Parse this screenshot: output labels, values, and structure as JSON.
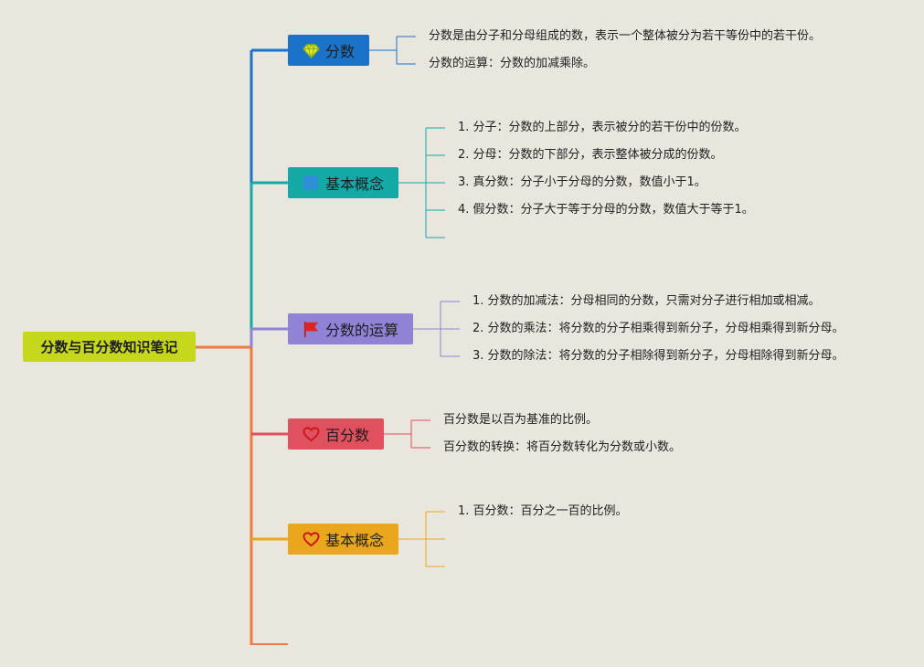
{
  "root": {
    "label": "分数与百分数知识笔记"
  },
  "topics": [
    {
      "label": "分数",
      "icon": "diamond-icon",
      "color": "#1a73c9",
      "items": [
        "分数是由分子和分母组成的数，表示一个整体被分为若干等份中的若干份。",
        "分数的运算：分数的加减乘除。"
      ]
    },
    {
      "label": "基本概念",
      "icon": "square-icon",
      "color": "#14a9a6",
      "items": [
        "1. 分子：分数的上部分，表示被分的若干份中的份数。",
        "2. 分母：分数的下部分，表示整体被分成的份数。",
        "3. 真分数：分子小于分母的分数，数值小于1。",
        "4. 假分数：分子大于等于分母的分数，数值大于等于1。"
      ]
    },
    {
      "label": "分数的运算",
      "icon": "flag-icon",
      "color": "#9082d5",
      "items": [
        "1. 分数的加减法：分母相同的分数，只需对分子进行相加或相减。",
        "2. 分数的乘法：将分数的分子相乘得到新分子，分母相乘得到新分母。",
        "3. 分数的除法：将分数的分子相除得到新分子，分母相除得到新分母。"
      ]
    },
    {
      "label": "百分数",
      "icon": "heart-icon",
      "color": "#e0505e",
      "items": [
        "百分数是以百为基准的比例。",
        "百分数的转换：将百分数转化为分数或小数。"
      ]
    },
    {
      "label": "基本概念",
      "icon": "heart-icon",
      "color": "#eaa61d",
      "items": [
        "1. 百分数：百分之一百的比例。"
      ]
    }
  ],
  "colors": {
    "background": "#e9e6de",
    "root": "#c5d81c",
    "root_connector": "#ef7a3c"
  }
}
